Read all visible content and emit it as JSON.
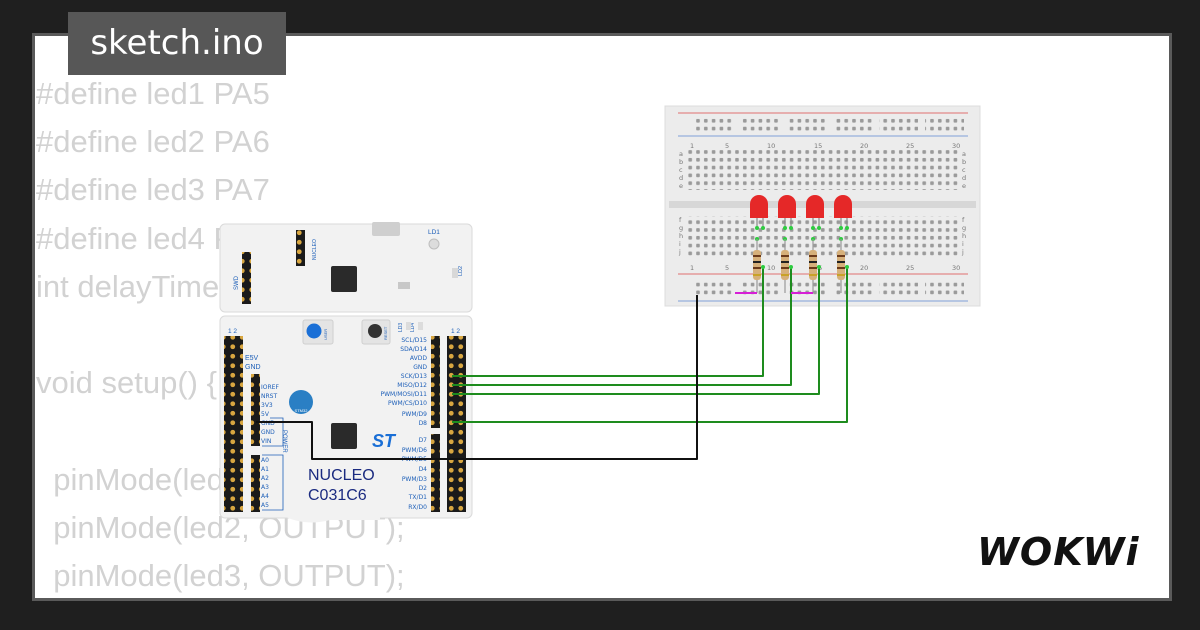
{
  "window": {
    "title": "sketch.ino"
  },
  "code_lines": [
    "#define led1 PA5",
    "#define led2 PA6",
    "#define led3 PA7",
    "#define led4 PB6",
    "int delayTime = 500;",
    "",
    "void setup() {",
    "",
    "  pinMode(led1, OUTPUT);",
    "  pinMode(led2, OUTPUT);",
    "  pinMode(led3, OUTPUT);"
  ],
  "board": {
    "name_line1": "NUCLEO",
    "name_line2": "C031C6",
    "right_pins": [
      "SCL/D15",
      "SDA/D14",
      "AVDD",
      "GND",
      "SCK/D13",
      "MISO/D12",
      "PWM/MOSI/D11",
      "PWM/CS/D10",
      "PWM/D9",
      "D8",
      "",
      "D7",
      "PWM/D6",
      "PWM/D5",
      "D4",
      "PWM/D3",
      "D2",
      "TX/D1",
      "RX/D0"
    ],
    "power_pins": [
      "IOREF",
      "NRST",
      "3V3",
      "5V",
      "GND",
      "GND",
      "VIN"
    ],
    "analog_pins": [
      "A0",
      "A1",
      "A2",
      "A3",
      "A4",
      "A5"
    ],
    "left_header": "E5V",
    "left_gnd": "GND",
    "swd_label": "SWD",
    "nucleo_label": "NUCLEO",
    "ld1_label": "LD1",
    "ld2_label": "LD2",
    "ld3_label": "LD3",
    "ld4_label": "LD4",
    "user_label": "USER",
    "reset_label": "RESET",
    "power_label": "POWER",
    "header_nums": "1 2",
    "stm_logo": "ST",
    "mcu_badge": "STM32"
  },
  "breadboard": {
    "col_numbers": [
      "1",
      "5",
      "10",
      "15",
      "20",
      "25",
      "30"
    ],
    "row_letters_top": [
      "a",
      "b",
      "c",
      "d",
      "e"
    ],
    "row_letters_bottom": [
      "f",
      "g",
      "h",
      "i",
      "j"
    ]
  },
  "brand": {
    "logo": "WOKWi"
  },
  "colors": {
    "wire_green": "#1e8c1e",
    "wire_black": "#111111",
    "led_red": "#e52828",
    "resistor_body": "#d6b07a",
    "board_white": "#f2f2f2",
    "pin_label_blue": "#1d5fb8"
  }
}
